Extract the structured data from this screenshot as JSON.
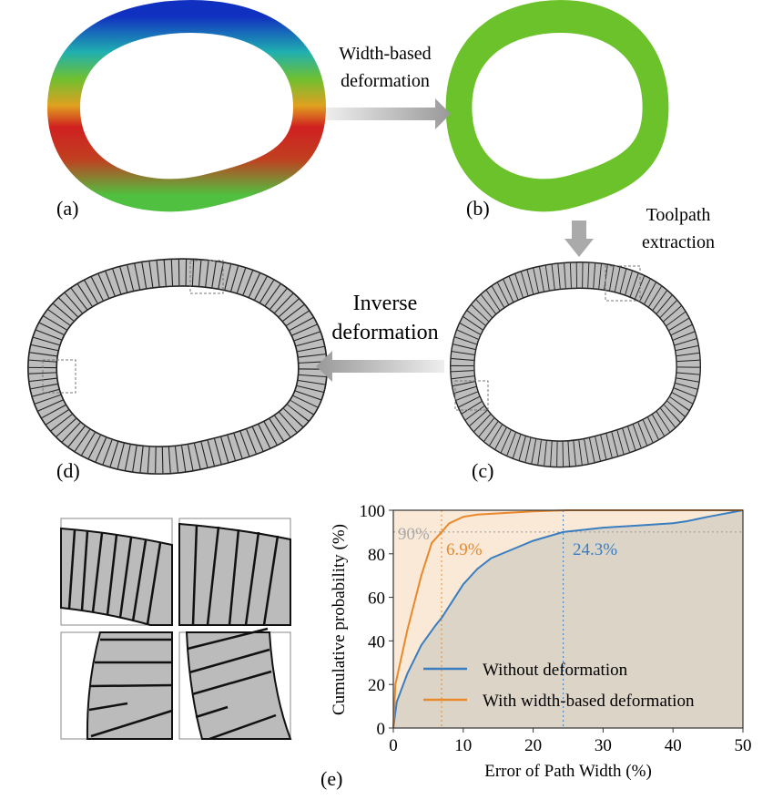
{
  "labels": {
    "a": "(a)",
    "b": "(b)",
    "c": "(c)",
    "d": "(d)",
    "e": "(e)"
  },
  "arrows": {
    "ab": [
      "Width-based",
      "deformation"
    ],
    "bc": [
      "Toolpath",
      "extraction"
    ],
    "cd": [
      "Inverse",
      "deformation"
    ]
  },
  "colors": {
    "blue": "#3a7ebf",
    "orange": "#e8892b",
    "ring_gray": "#bdbdbd",
    "green": "#6cc22a"
  },
  "chart_data": {
    "type": "line",
    "xlabel": "Error of Path Width (%)",
    "ylabel": "Cumulative probability (%)",
    "xlim": [
      0,
      50
    ],
    "ylim": [
      0,
      100
    ],
    "xticks": [
      "0",
      "10",
      "20",
      "30",
      "40",
      "50"
    ],
    "yticks": [
      "0",
      "20",
      "40",
      "60",
      "80",
      "100"
    ],
    "legend_position": "lower-right",
    "series": [
      {
        "name": "Without deformation",
        "color": "#3a7ebf",
        "x": [
          0,
          0.5,
          2,
          4,
          6,
          7,
          8,
          10,
          12,
          14,
          17,
          20,
          24.3,
          30,
          35,
          40,
          42,
          45,
          50
        ],
        "y": [
          0,
          12,
          25,
          38,
          47,
          51,
          56,
          66,
          73,
          78,
          82,
          86,
          90,
          92,
          93,
          94,
          95,
          97,
          100
        ]
      },
      {
        "name": "With width-based deformation",
        "color": "#e8892b",
        "x": [
          0,
          0.3,
          2,
          4,
          5.5,
          6.9,
          8,
          10,
          12,
          20,
          25,
          50
        ],
        "y": [
          0,
          20,
          45,
          70,
          85,
          90,
          94,
          97,
          98,
          99.5,
          100,
          100
        ]
      }
    ],
    "annotations": {
      "threshold": "90%",
      "orange_value": "6.9%",
      "blue_value": "24.3%"
    },
    "threshold_y": 90,
    "orange_x": 6.9,
    "blue_x": 24.3
  }
}
